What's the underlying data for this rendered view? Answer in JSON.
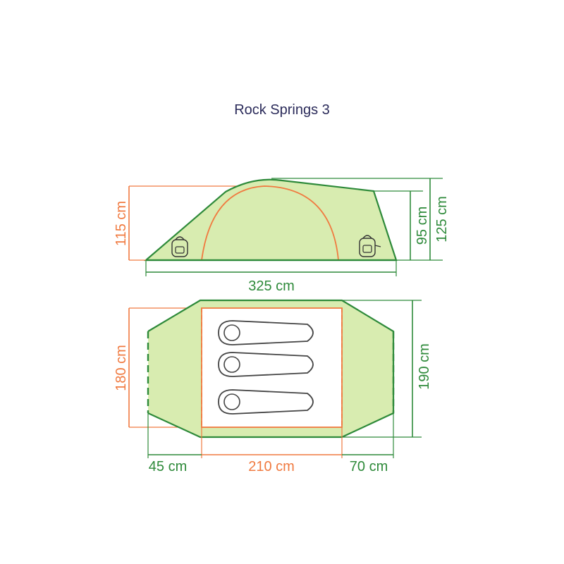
{
  "title": "Rock Springs 3",
  "side_view": {
    "height_label": "115 cm",
    "rear_height_label": "95 cm",
    "total_height_label": "125 cm",
    "length_label": "325 cm"
  },
  "floor_plan": {
    "inner_width_label": "180 cm",
    "outer_width_label": "190 cm",
    "front_vestibule_label": "45 cm",
    "inner_length_label": "210 cm",
    "rear_vestibule_label": "70 cm",
    "sleeping_bags": 3
  },
  "colors": {
    "tent_fill": "#d8ecb0",
    "tent_outline": "#2e8a3a",
    "inner_outline": "#f07a40",
    "dim_green": "#2e8a3a",
    "dim_orange": "#f07a40",
    "bag_outline": "#444444",
    "title": "#2b2b5a"
  }
}
